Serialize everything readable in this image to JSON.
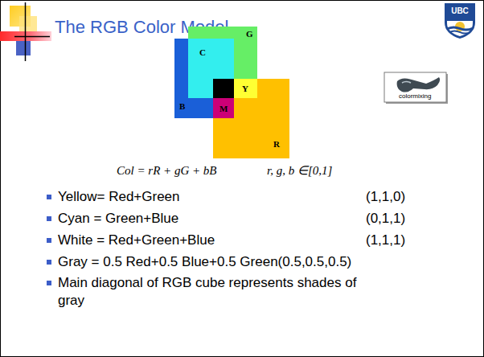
{
  "diagram": {
    "title": "The RGB Color Model",
    "nodes": [
      {
        "text": [
          "G"
        ]
      },
      {
        "text": [
          "C"
        ]
      },
      {
        "text": [
          "B"
        ]
      },
      {
        "text": [
          "Y"
        ]
      },
      {
        "text": [
          "M"
        ]
      },
      {
        "text": [
          "R"
        ]
      },
      {
        "text": [
          "colormixing"
        ]
      }
    ],
    "labels": [
      "UBC",
      "Col = rR + gG + bB",
      "r, g, b ∈[0,1]",
      "Yellow= Red+Green",
      "(1,1,0)",
      "Cyan = Green+Blue",
      "(0,1,1)",
      "White = Red+Green+Blue",
      "(1,1,1)",
      "Gray = 0.5 Red+0.5 Blue+0.5 Green(0.5,0.5,0.5)",
      "Main diagonal of RGB cube represents shades of gray"
    ]
  }
}
